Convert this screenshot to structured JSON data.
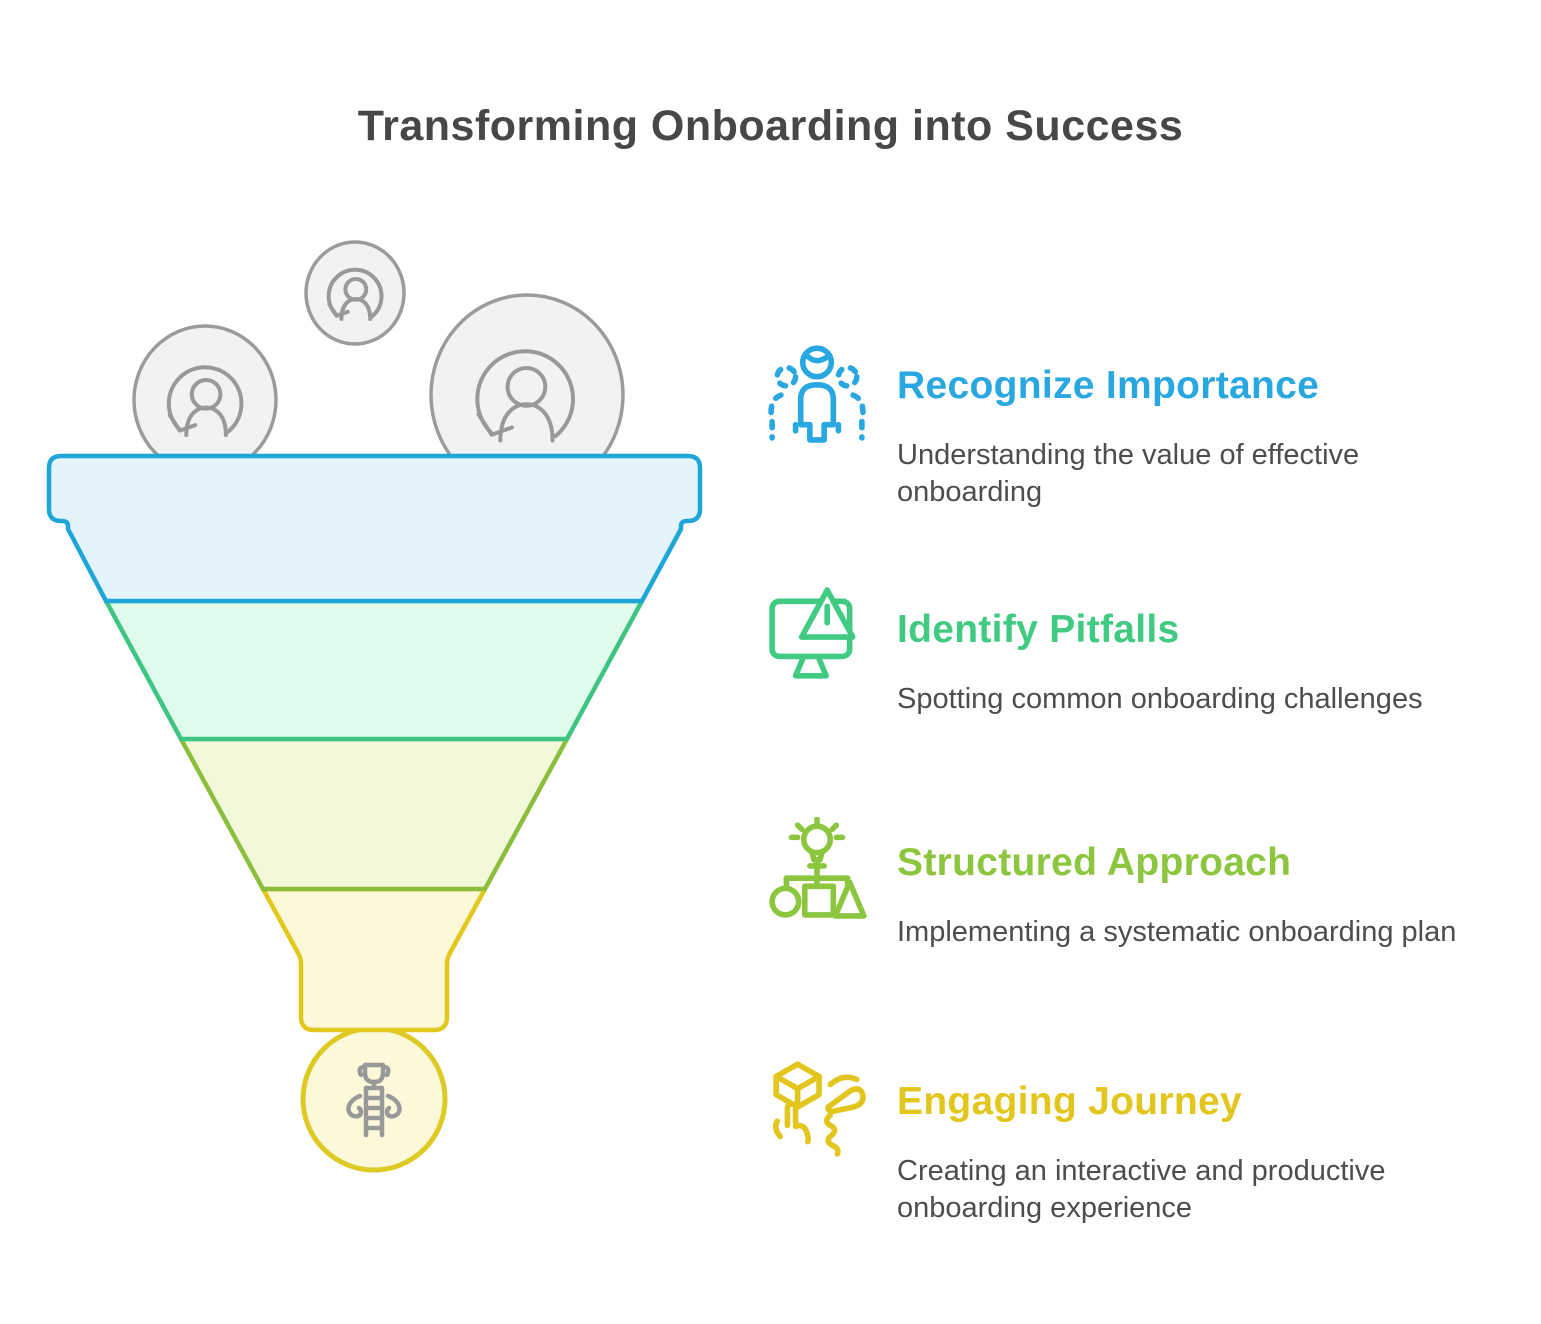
{
  "title": "Transforming Onboarding into Success",
  "colors": {
    "title_text": "#474747",
    "body_text": "#4d4d4d",
    "icon_gray": "#999999",
    "bubble_fill": "#f2f2f2",
    "bubble_stroke": "#9b9b9b",
    "background": "#ffffff"
  },
  "funnel": {
    "top_icons": [
      "user-cycle-icon",
      "user-cycle-icon",
      "user-cycle-icon"
    ],
    "stages": [
      {
        "fill": "#e4f4fc",
        "stroke": "#1ea6d9"
      },
      {
        "fill": "#e1fbec",
        "stroke": "#3fc583"
      },
      {
        "fill": "#f2f9da",
        "stroke": "#8cbe3d"
      },
      {
        "fill": "#fdf8d7",
        "stroke": "#e2c71d"
      }
    ],
    "goal": {
      "icon": "ladder-trophy-icon",
      "fill": "#fcf8da",
      "stroke": "#ddca25"
    }
  },
  "steps": [
    {
      "heading": "Recognize Importance",
      "description": "Understanding the value of effective onboarding",
      "color": "#29a7e0",
      "icon": "person-group-icon"
    },
    {
      "heading": "Identify Pitfalls",
      "description": "Spotting common onboarding challenges",
      "color": "#40ca82",
      "icon": "monitor-warning-icon"
    },
    {
      "heading": "Structured Approach",
      "description": "Implementing a systematic onboarding plan",
      "color": "#8cc63e",
      "icon": "lightbulb-flowchart-icon"
    },
    {
      "heading": "Engaging Journey",
      "description": "Creating an interactive and productive onboarding experience",
      "color": "#e2c61d",
      "icon": "cube-hand-icon"
    }
  ]
}
